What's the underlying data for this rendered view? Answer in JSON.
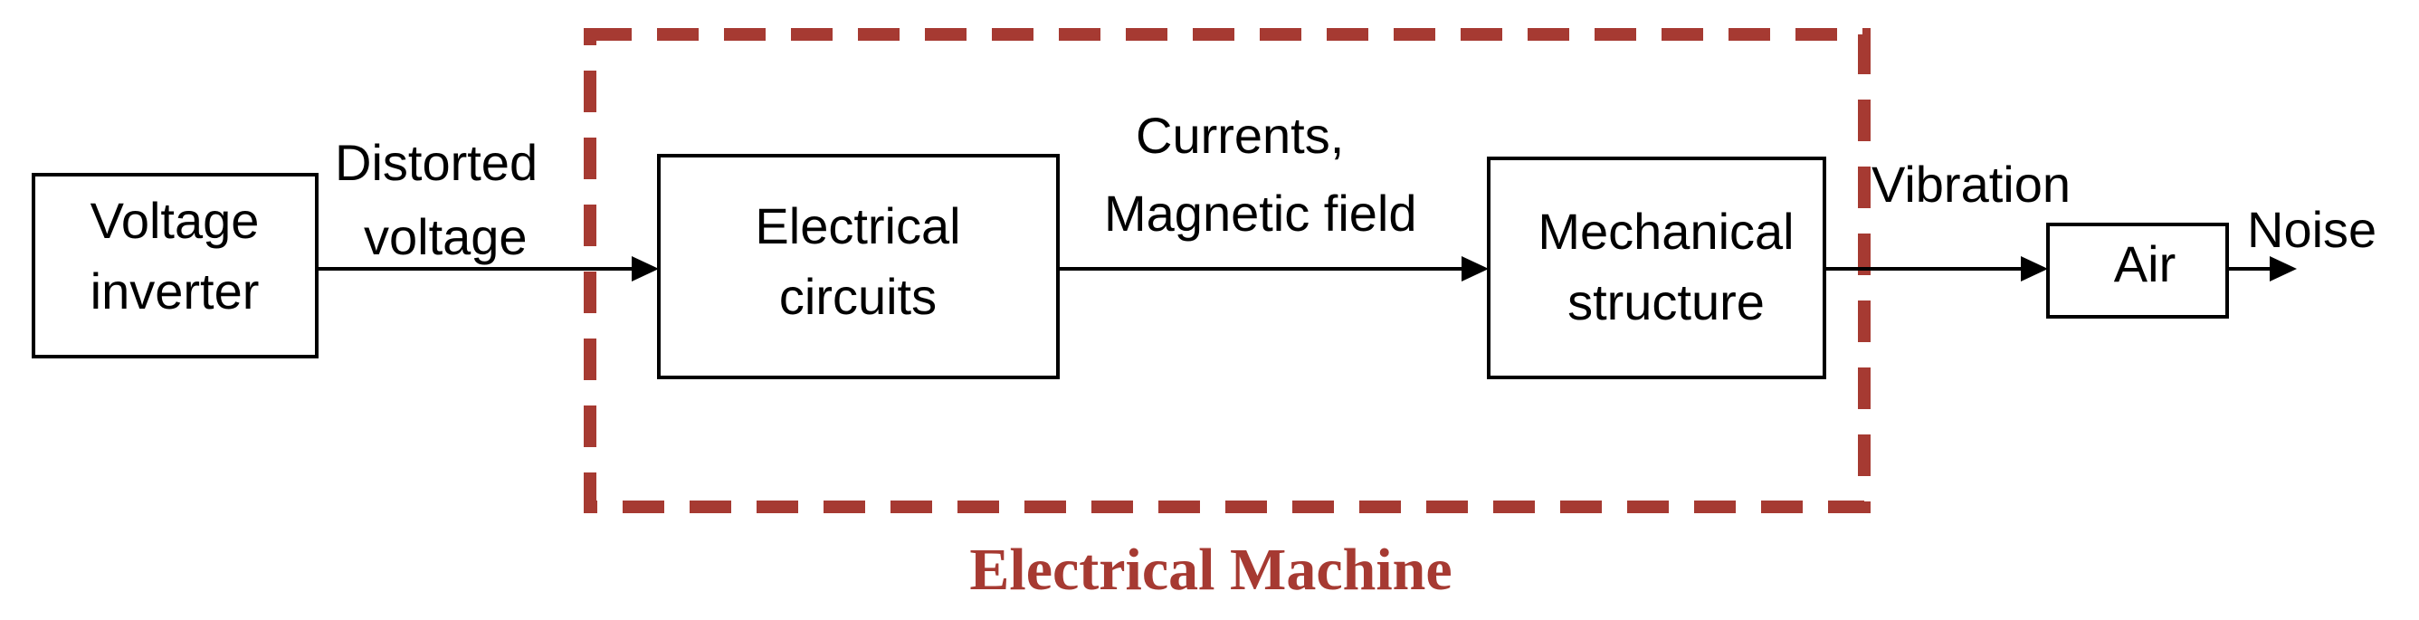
{
  "colors": {
    "stroke": "#000000",
    "machine_boundary": "#a63a32",
    "background": "#ffffff"
  },
  "blocks": {
    "voltage_inverter": {
      "line1": "Voltage",
      "line2": "inverter"
    },
    "electrical_circuits": {
      "line1": "Electrical",
      "line2": "circuits"
    },
    "mechanical_structure": {
      "line1": "Mechanical",
      "line2": "structure"
    },
    "air": {
      "label": "Air"
    }
  },
  "signals": {
    "distorted_voltage": {
      "line1": "Distorted",
      "line2": "voltage"
    },
    "currents_field": {
      "line1": "Currents,",
      "line2": "Magnetic field"
    },
    "vibration": {
      "label": "Vibration"
    },
    "noise": {
      "label": "Noise"
    }
  },
  "machine": {
    "caption": "Electrical Machine"
  }
}
